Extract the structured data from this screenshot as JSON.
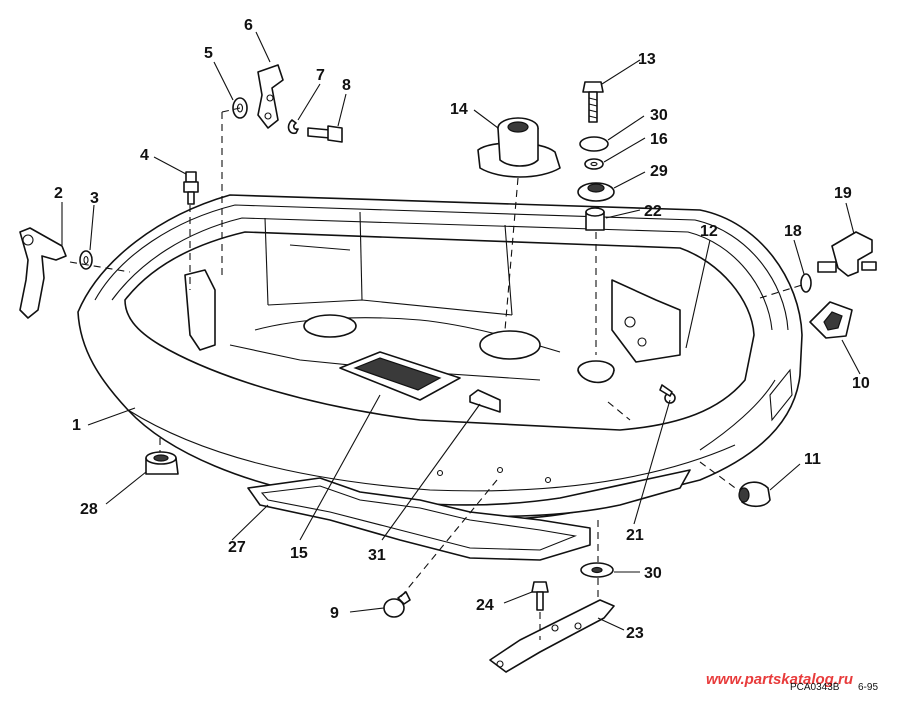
{
  "diagram": {
    "callouts": {
      "c1": "1",
      "c2": "2",
      "c3": "3",
      "c4": "4",
      "c5": "5",
      "c6": "6",
      "c7": "7",
      "c8": "8",
      "c9": "9",
      "c10": "10",
      "c11": "11",
      "c12": "12",
      "c13": "13",
      "c14": "14",
      "c15": "15",
      "c16": "16",
      "c19": "19",
      "c18": "18",
      "c21": "21",
      "c22": "22",
      "c23": "23",
      "c24": "24",
      "c27": "27",
      "c28": "28",
      "c29": "29",
      "c30a": "30",
      "c30b": "30",
      "c31": "31"
    },
    "watermark": "www.partskatalog.ru",
    "watermark_color": "#e83b3b",
    "drawing_code": "PCA0343B",
    "drawing_date": "6-95"
  }
}
